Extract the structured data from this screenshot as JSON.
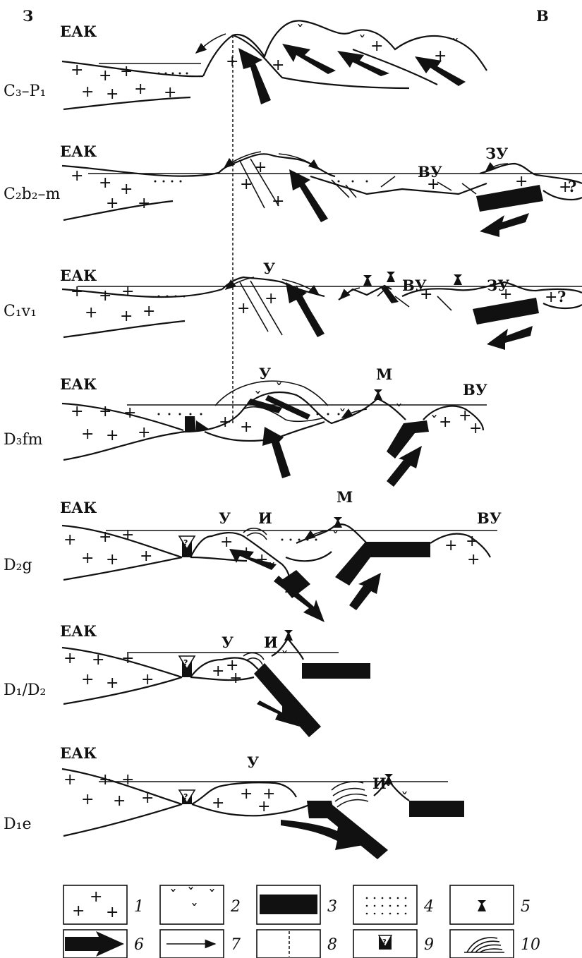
{
  "direction": {
    "west": "З",
    "east": "В"
  },
  "stages": [
    {
      "label": "C₃–P₁",
      "tags": [
        "ЕАК"
      ]
    },
    {
      "label": "C₂b₂–m",
      "tags": [
        "ЕАК",
        "ВУ",
        "ЗУ",
        "?"
      ]
    },
    {
      "label": "C₁v₁",
      "tags": [
        "ЕАК",
        "У",
        "ВУ",
        "ЗУ",
        "?"
      ]
    },
    {
      "label": "D₃fm",
      "tags": [
        "ЕАК",
        "У",
        "М",
        "ВУ"
      ]
    },
    {
      "label": "D₂g",
      "tags": [
        "ЕАК",
        "У",
        "И",
        "М",
        "ВУ"
      ]
    },
    {
      "label": "D₁/D₂",
      "tags": [
        "ЕАК",
        "У",
        "И"
      ]
    },
    {
      "label": "D₁e",
      "tags": [
        "ЕАК",
        "У",
        "И"
      ]
    }
  ],
  "legend": [
    {
      "num": "1",
      "icon": "crosses"
    },
    {
      "num": "2",
      "icon": "ticks"
    },
    {
      "num": "3",
      "icon": "black-band"
    },
    {
      "num": "4",
      "icon": "dots"
    },
    {
      "num": "5",
      "icon": "volcano"
    },
    {
      "num": "6",
      "icon": "bold-arrow"
    },
    {
      "num": "7",
      "icon": "thin-arrow"
    },
    {
      "num": "8",
      "icon": "dashed-line"
    },
    {
      "num": "9",
      "icon": "question-triangle"
    },
    {
      "num": "10",
      "icon": "wave-fan"
    }
  ]
}
